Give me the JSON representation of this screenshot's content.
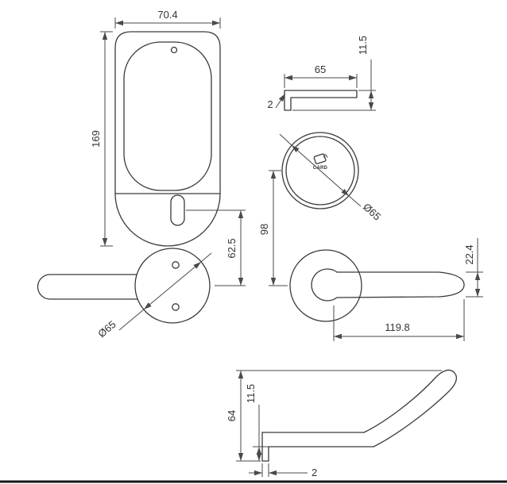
{
  "drawing": {
    "line_color": "#3a3a3a",
    "dim_color": "#4a4a4a",
    "views": {
      "lock_front": {
        "width": "70.4",
        "height": "169"
      },
      "offsets": {
        "keyhole_to_handle": "62.5",
        "reader_to_handle": "98"
      },
      "escutcheon_side": {
        "width": "65",
        "depth": "11.5",
        "flange_thickness": "2"
      },
      "card_reader": {
        "diameter": "Ø65",
        "logo_text": "CARD"
      },
      "handle_side": {
        "rose_diameter": "Ø65"
      },
      "handle_front": {
        "lever_end_height": "22.4",
        "lever_length": "119.8"
      },
      "handle_top": {
        "projection": "64",
        "rose_depth": "11.5",
        "plate_thickness": "2"
      }
    }
  }
}
